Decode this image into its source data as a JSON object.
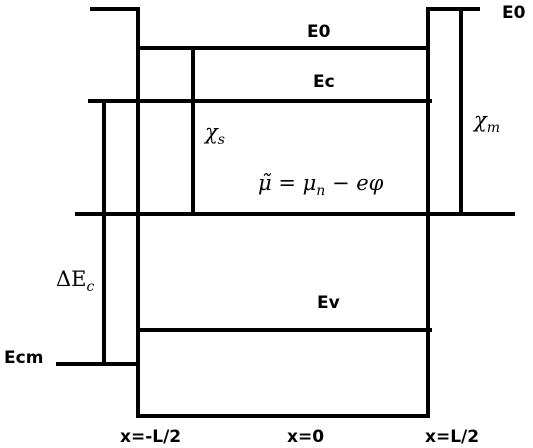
{
  "labels": {
    "e0_center": "E0",
    "e0_right": "E0",
    "ec": "Ec",
    "ev": "Ev",
    "ecm": "Ecm",
    "chi_s": "χ",
    "chi_s_sub": "s",
    "chi_m": "χ",
    "chi_m_sub": "m",
    "mu_tilde": "μ̃",
    "mu_eq": " = ",
    "mu_n": "μ",
    "mu_n_sub": "n",
    "mu_rest": " − eφ",
    "delta_ec": "ΔE",
    "delta_ec_sub": "c",
    "x_left": "x=-L/2",
    "x_center": "x=0",
    "x_right": "x=L/2"
  }
}
